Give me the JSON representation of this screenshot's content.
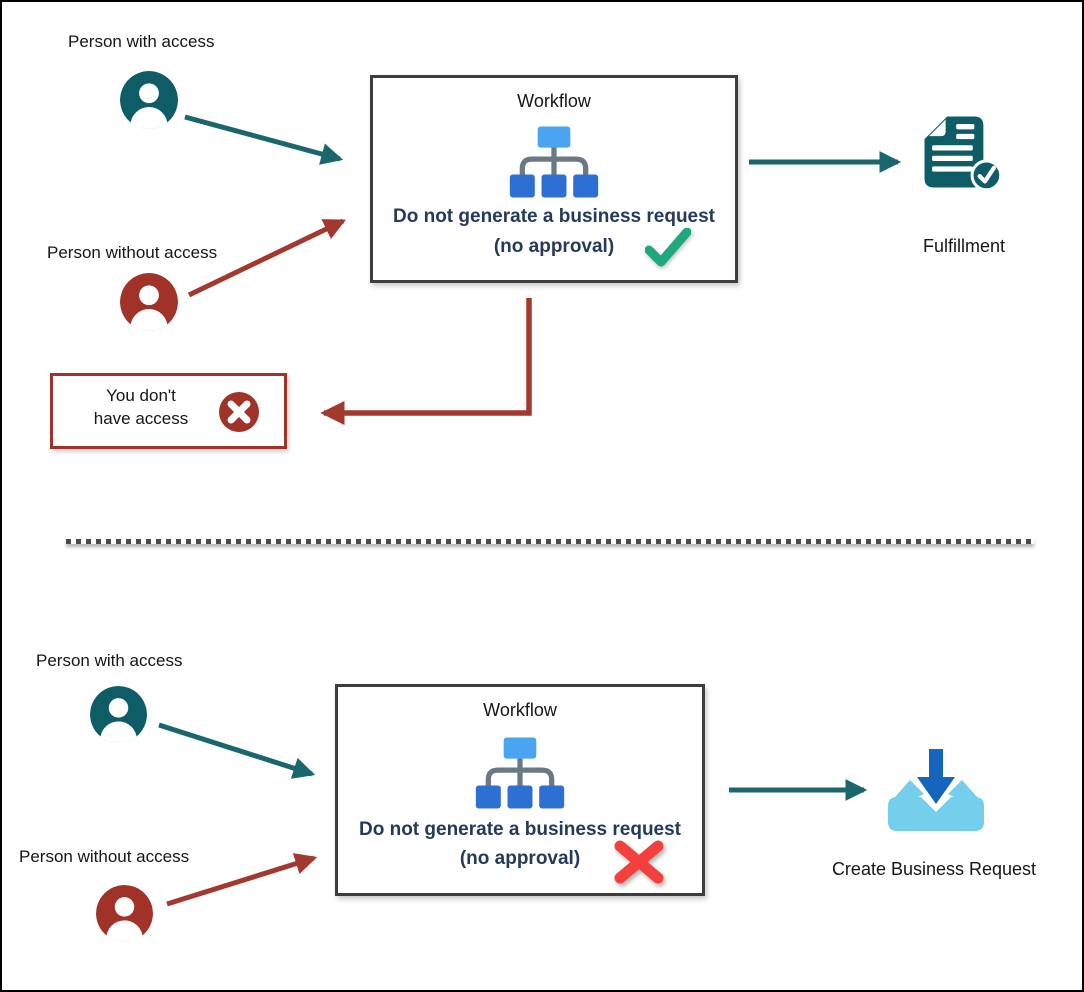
{
  "colors": {
    "label": "#161616",
    "navy_text": "#243a5c",
    "teal": "#0d5c66",
    "teal_arrow": "#19666d",
    "red": "#a03228",
    "red_arrow": "#a3392e",
    "box_border": "#3d3d3d",
    "green_check": "#1fa87e",
    "cross_red": "#f4403c",
    "wf_top_blue": "#4ba4f1",
    "wf_bottom_blue": "#2d6fd2",
    "wf_connector": "#6b7983",
    "inbox_light": "#74cfec",
    "inbox_arrow": "#1565be",
    "divider": "#4a4a4a"
  },
  "icons": {
    "person_with_access": "person-avatar-teal",
    "person_without_access": "person-avatar-red",
    "workflow": "org-chart",
    "approved": "green-checkmark",
    "rejected": "red-x-mark",
    "denied_badge": "circle-x-badge",
    "fulfillment": "document-with-check",
    "create_request": "inbox-download-arrow"
  },
  "top": {
    "person_with_access_label": "Person with access",
    "person_without_access_label": "Person without access",
    "workflow_box": {
      "title": "Workflow",
      "line1": "Do not generate a business request",
      "line2": "(no approval)",
      "result": "check"
    },
    "fulfillment_label": "Fulfillment",
    "denied_box": {
      "line1": "You don't",
      "line2": "have access"
    }
  },
  "bottom": {
    "person_with_access_label": "Person with access",
    "person_without_access_label": "Person without access",
    "workflow_box": {
      "title": "Workflow",
      "line1": "Do not generate a business request",
      "line2": "(no approval)",
      "result": "cross"
    },
    "create_business_request_label": "Create Business Request"
  }
}
